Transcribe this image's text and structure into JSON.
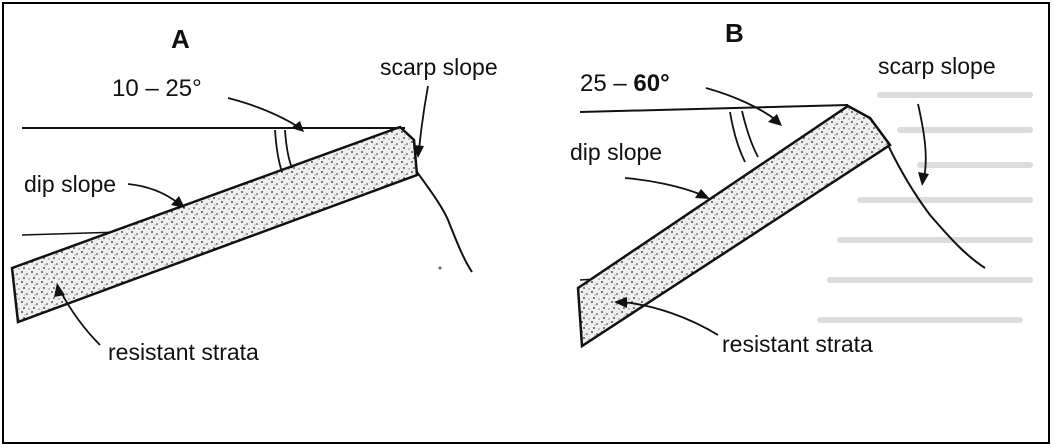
{
  "panels": [
    {
      "label": "A",
      "angle_label": "10 – 25°",
      "scarp_label": "scarp slope",
      "dip_label": "dip slope",
      "strata_label": "resistant strata"
    },
    {
      "label": "B",
      "angle_prefix": "25 – ",
      "angle_bold": "60°",
      "scarp_label": "scarp slope",
      "dip_label": "dip slope",
      "strata_label": "resistant strata"
    }
  ],
  "colors": {
    "ink": "#111111",
    "strata_fill": "#ececec",
    "ghost_text": "#d8d8d8"
  }
}
